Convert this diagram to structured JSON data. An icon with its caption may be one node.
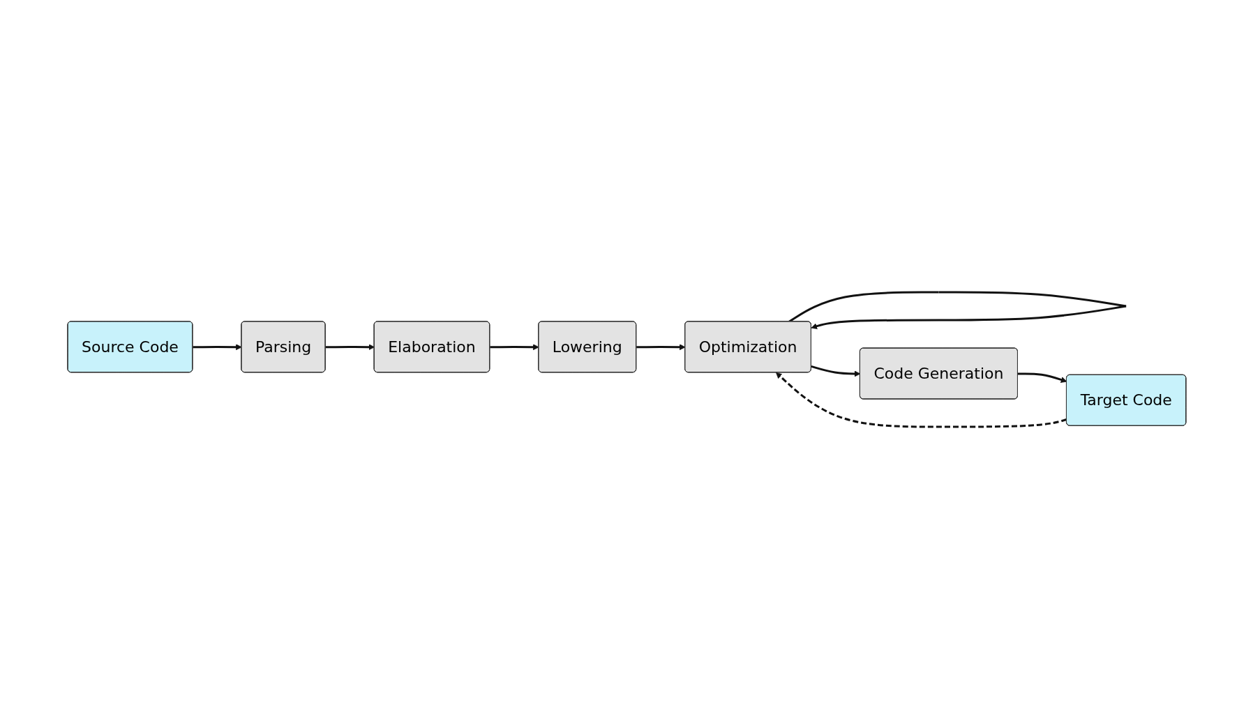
{
  "diagram": {
    "nodes": [
      {
        "text": [
          "Source Code"
        ]
      },
      {
        "text": [
          "Parsing"
        ]
      },
      {
        "text": [
          "Elaboration"
        ]
      },
      {
        "text": [
          "Lowering"
        ]
      },
      {
        "text": [
          "Optimization"
        ]
      },
      {
        "text": [
          "Code Generation"
        ]
      },
      {
        "text": [
          "Target Code"
        ]
      }
    ],
    "edges": [
      {
        "from": 0,
        "to": 1,
        "arrow": "to"
      },
      {
        "from": 1,
        "to": 2,
        "arrow": "to"
      },
      {
        "from": 2,
        "to": 3,
        "arrow": "to"
      },
      {
        "from": 3,
        "to": 4,
        "arrow": "to"
      },
      {
        "from": 4,
        "to": 4,
        "arrow": "to"
      },
      {
        "from": 4,
        "to": 5,
        "arrow": "to"
      },
      {
        "from": 5,
        "to": 6,
        "arrow": "to"
      },
      {
        "from": 6,
        "to": 4,
        "arrow": "to",
        "style": "dashed"
      }
    ]
  }
}
